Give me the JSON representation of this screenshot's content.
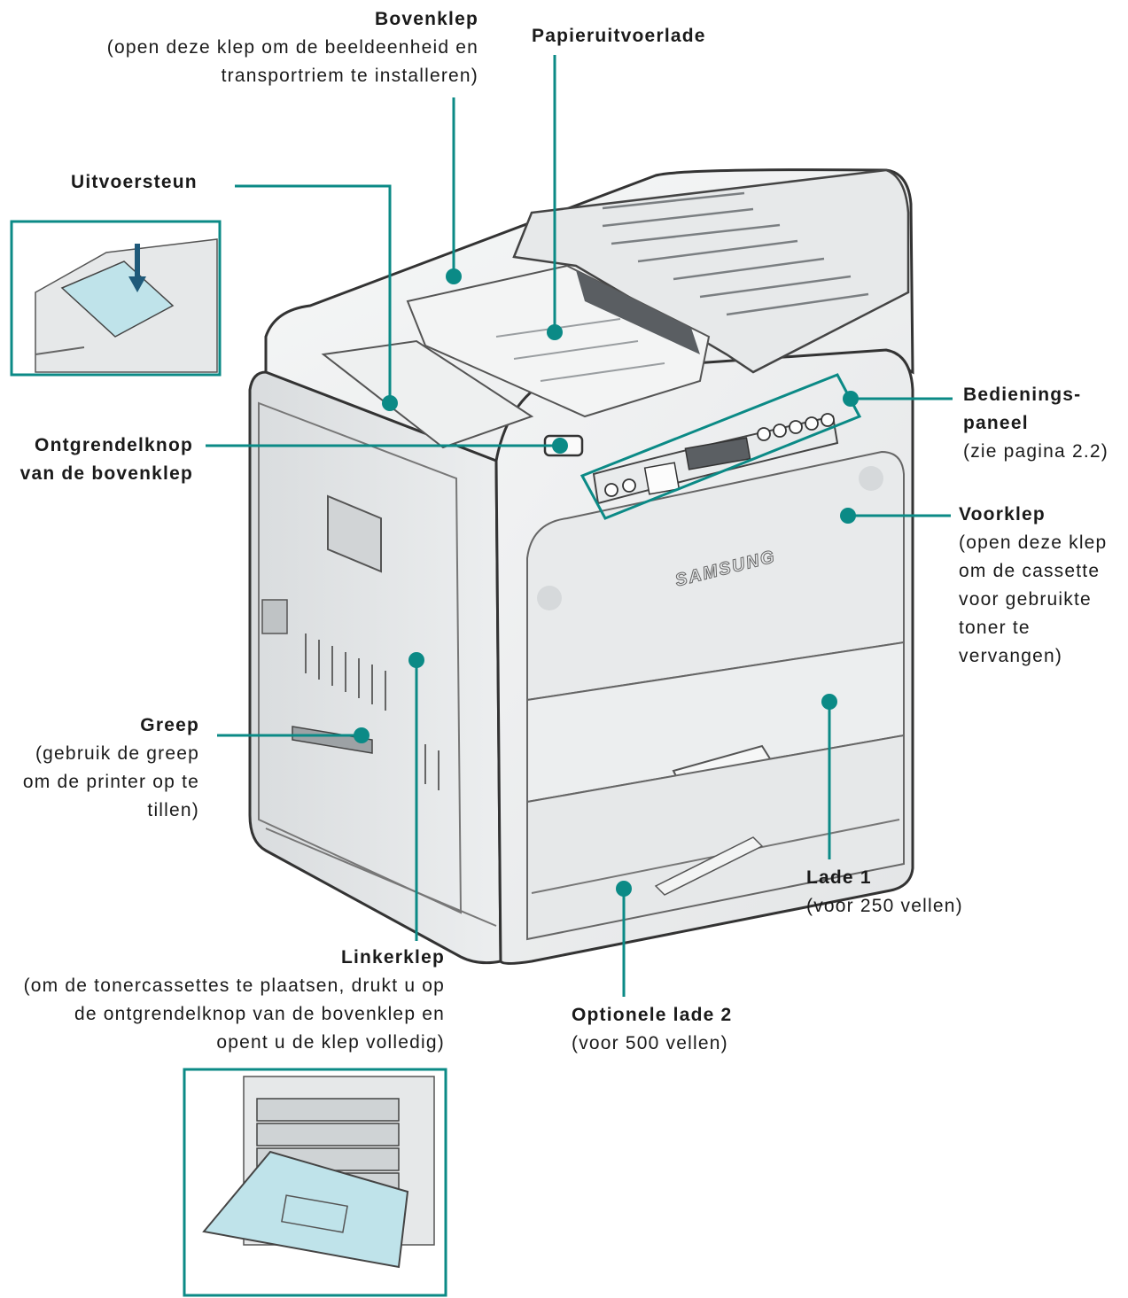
{
  "accent_color": "#0b8a86",
  "brand_text": "SAMSUNG",
  "labels": {
    "bovenklep": {
      "title": "Bovenklep",
      "desc": "(open deze klep om de beeldeenheid en transportriem te installeren)"
    },
    "papieruitvoerlade": {
      "title": "Papieruitvoerlade"
    },
    "uitvoersteun": {
      "title": "Uitvoersteun"
    },
    "ontgrendelknop": {
      "title": "Ontgrendelknop van de bovenklep"
    },
    "bedieningspaneel": {
      "title": "Bedienings-paneel",
      "desc": "(zie pagina 2.2)"
    },
    "voorklep": {
      "title": "Voorklep",
      "desc": "(open deze klep om de cassette voor gebruikte toner te vervangen)"
    },
    "greep": {
      "title": "Greep",
      "desc": "(gebruik de greep om de printer op te tillen)"
    },
    "lade1": {
      "title": "Lade 1",
      "desc": "(voor 250 vellen)"
    },
    "linkerklep": {
      "title": "Linkerklep",
      "desc": "(om de tonercassettes te plaatsen, drukt u op de ontgrendelknop van de bovenklep en opent u de klep volledig)"
    },
    "lade2": {
      "title": "Optionele lade 2",
      "desc": "(voor 500 vellen)"
    }
  }
}
